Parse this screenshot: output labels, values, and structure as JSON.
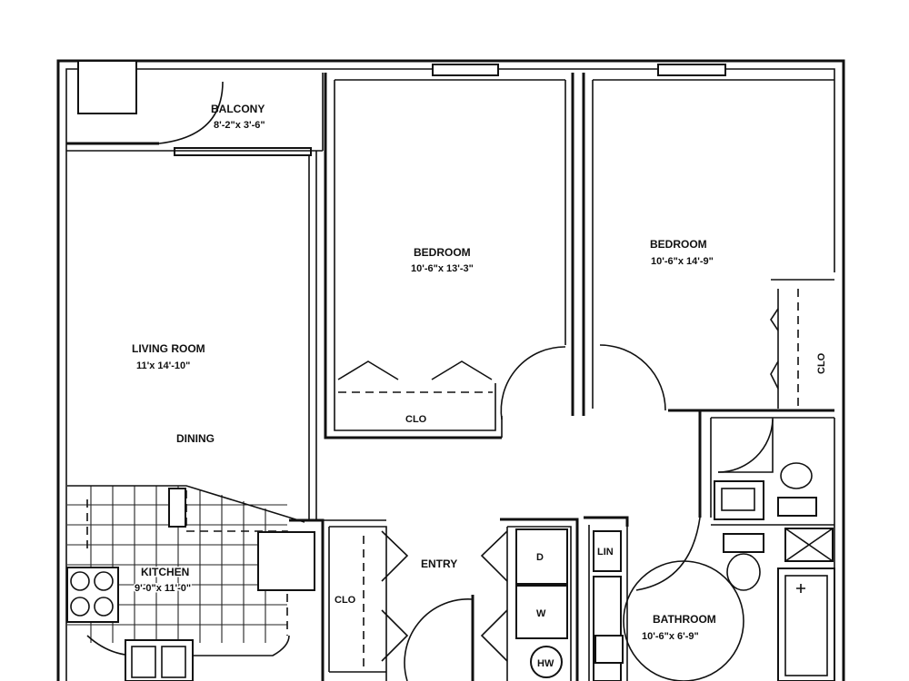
{
  "rooms": {
    "balcony": {
      "label": "BALCONY",
      "dim": "8'-2\"x 3'-6\""
    },
    "bedroom1": {
      "label": "BEDROOM",
      "dim": "10'-6\"x 13'-3\""
    },
    "bedroom2": {
      "label": "BEDROOM",
      "dim": "10'-6\"x 14'-9\""
    },
    "living": {
      "label": "LIVING ROOM",
      "dim": "11'x 14'-10\""
    },
    "dining": {
      "label": "DINING"
    },
    "kitchen": {
      "label": "KITCHEN",
      "dim": "9'-0\"x 11'-0\""
    },
    "entry": {
      "label": "ENTRY"
    },
    "bathroom": {
      "label": "BATHROOM",
      "dim": "10'-6\"x 6'-9\""
    }
  },
  "closets": {
    "bedroom1": "CLO",
    "bedroom2": "CLO",
    "entry": "CLO",
    "linen": "LIN"
  },
  "appliances": {
    "dryer": "D",
    "washer": "W",
    "water_heater": "HW"
  }
}
